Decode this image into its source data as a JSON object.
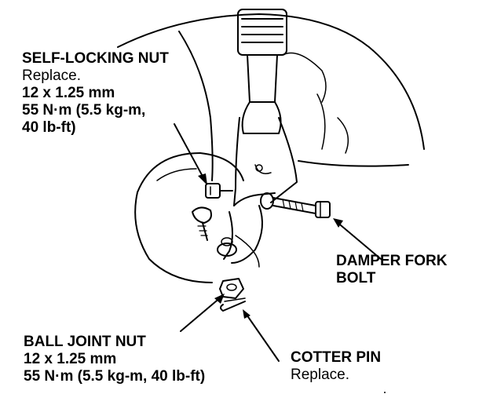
{
  "labels": {
    "self_locking_nut": {
      "title": "SELF-LOCKING NUT",
      "note": "Replace.",
      "size": "12 x 1.25 mm",
      "torque_line1": "55 N·m (5.5 kg-m,",
      "torque_line2": "40 lb-ft)"
    },
    "damper_fork_bolt": {
      "title_line1": "DAMPER FORK",
      "title_line2": "BOLT"
    },
    "ball_joint_nut": {
      "title": "BALL JOINT NUT",
      "size": "12 x 1.25 mm",
      "torque": "55 N·m (5.5 kg-m, 40 lb-ft)"
    },
    "cotter_pin": {
      "title": "COTTER PIN",
      "note": "Replace."
    }
  }
}
